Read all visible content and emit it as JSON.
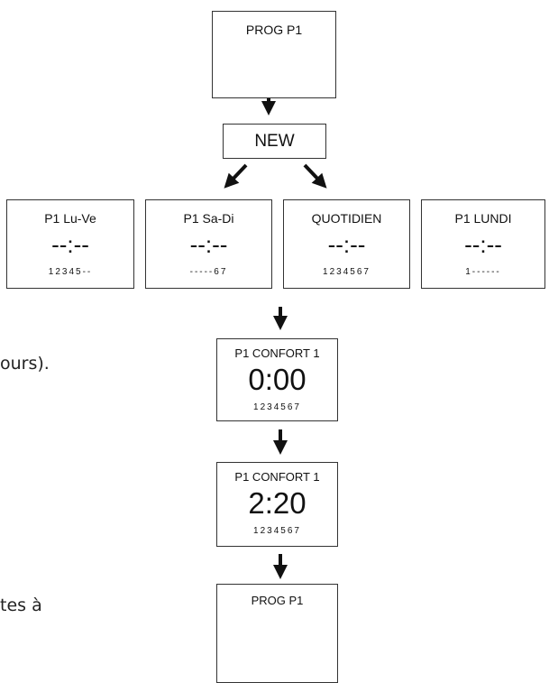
{
  "top": {
    "title": "PROG P1"
  },
  "new_box": {
    "label": "NEW"
  },
  "modes": [
    {
      "title": "P1  Lu-Ve",
      "time": "--:--",
      "days": "12345--"
    },
    {
      "title": "P1  Sa-Di",
      "time": "--:--",
      "days": "-----67"
    },
    {
      "title": "QUOTIDIEN",
      "time": "--:--",
      "days": "1234567"
    },
    {
      "title": "P1 LUNDI",
      "time": "--:--",
      "days": "1------"
    }
  ],
  "confort_a": {
    "title": "P1 CONFORT 1",
    "time": "0:00",
    "days": "1234567"
  },
  "confort_b": {
    "title": "P1 CONFORT 1",
    "time": "2:20",
    "days": "1234567"
  },
  "bottom": {
    "title": "PROG P1"
  },
  "side_texts": {
    "first": "ours).",
    "second": "tes à"
  }
}
